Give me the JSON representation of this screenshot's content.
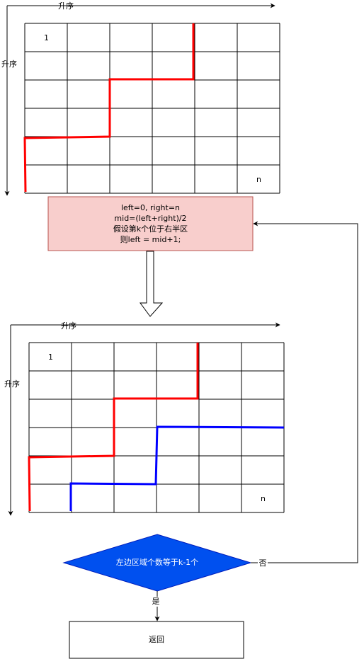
{
  "grid1": {
    "axis_x": "升序",
    "axis_y": "升序",
    "corner_top_left": "1",
    "corner_bottom_right": "n"
  },
  "process_box": {
    "lines": [
      "left=0, right=n",
      "mid=(left+right)/2",
      "假设第k个位于右半区",
      "则left = mid+1;"
    ],
    "fill": "#f8cecc",
    "stroke": "#b85450"
  },
  "grid2": {
    "axis_x": "升序",
    "axis_y": "升序",
    "corner_top_left": "1",
    "corner_bottom_right": "n"
  },
  "decision": {
    "text": "左边区域个数等于k-1个",
    "fill": "#0050ef",
    "text_color": "#ffffff"
  },
  "edge_yes": "是",
  "edge_no": "否",
  "end_box": {
    "text": "返回"
  },
  "colors": {
    "boundary_old": "#ff0000",
    "boundary_new": "#0000ff"
  }
}
